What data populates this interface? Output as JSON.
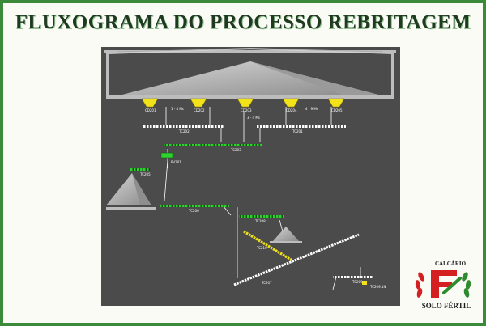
{
  "title": "FLUXOGRAMA DO PROCESSO REBRITAGEM",
  "diagram": {
    "labels": {
      "cd01": "CD201",
      "cd02": "CD202",
      "cd03": "CD203",
      "cd04": "CD204",
      "cd05": "CD205",
      "gap1": "1 - 4 Ms",
      "gap2": "3 - 4 Ms",
      "gap3": "4 - 9 Ms",
      "tc202": "TC202",
      "tc201": "TC201",
      "tc203": "TC203",
      "pv201": "PV201",
      "tc205": "TC205",
      "tc206": "TC206",
      "tc208": "TC208",
      "tc210": "TC210",
      "tc207": "TC207",
      "tc209": "TC209",
      "tc209b": "TC209.1N"
    }
  },
  "logo": {
    "top_text": "CALCÁRIO",
    "bottom_text": "SOLO FÉRTIL",
    "colors": {
      "red": "#d42020",
      "green": "#2e8b2e"
    }
  }
}
